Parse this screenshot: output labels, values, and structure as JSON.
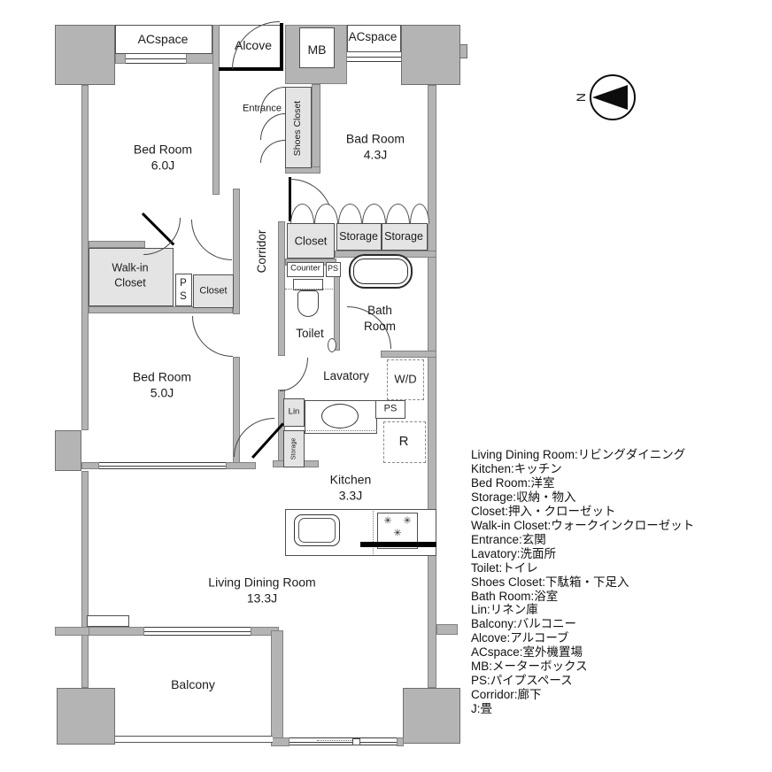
{
  "labels": {
    "acspace_left": "ACspace",
    "alcove": "Alcove",
    "mb": "MB",
    "acspace_right": "ACspace",
    "entrance": "Entrance",
    "shoes_closet": "Shoes Closet",
    "bedroom6_name": "Bed Room",
    "bedroom6_size": "6.0J",
    "badroom_name": "Bad Room",
    "badroom_size": "4.3J",
    "corridor": "Corridor",
    "closet_upper": "Closet",
    "storage_a": "Storage",
    "storage_b": "Storage",
    "counter": "Counter",
    "ps_toilet": "PS",
    "toilet": "Toilet",
    "bath_line1": "Bath",
    "bath_line2": "Room",
    "wic_line1": "Walk-in",
    "wic_line2": "Closet",
    "ps_shaft_p": "P",
    "ps_shaft_s": "S",
    "closet_mid": "Closet",
    "bedroom5_name": "Bed Room",
    "bedroom5_size": "5.0J",
    "lavatory": "Lavatory",
    "wd": "W/D",
    "lin": "Lin",
    "ps_lavatory": "PS",
    "storage_small": "Storage",
    "fridge": "R",
    "kitchen_name": "Kitchen",
    "kitchen_size": "3.3J",
    "ldr_name": "Living Dining Room",
    "ldr_size": "13.3J",
    "balcony": "Balcony"
  },
  "compass": {
    "north": "N"
  },
  "icons": {
    "burner": "✳"
  },
  "legend": {
    "lines": [
      "Living Dining Room:リビングダイニング",
      "Kitchen:キッチン",
      "Bed Room:洋室",
      "Storage:収納・物入",
      "Closet:押入・クローゼット",
      "Walk-in Closet:ウォークインクローゼット",
      "Entrance:玄関",
      "Lavatory:洗面所",
      "Toilet:トイレ",
      "Shoes Closet:下駄箱・下足入",
      "Bath Room:浴室",
      "Lin:リネン庫",
      "Balcony:バルコニー",
      "Alcove:アルコーブ",
      "ACspace:室外機置場",
      "MB:メーターボックス",
      "PS:パイプスペース",
      "Corridor:廊下",
      "J:畳"
    ]
  }
}
